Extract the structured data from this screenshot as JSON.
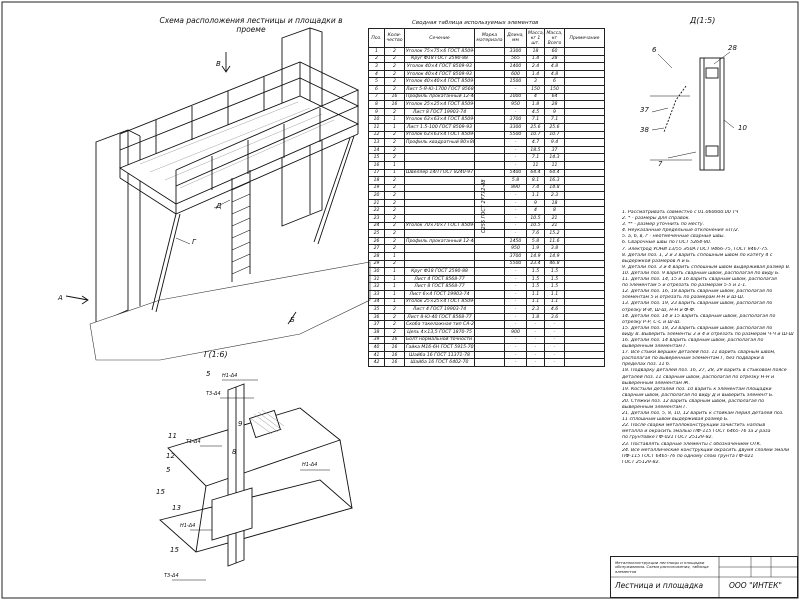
{
  "scheme_title": "Схема расположения лестницы и площадки в проеме",
  "view_labels": {
    "detail_g": "Г(1:6)",
    "detail_d": "Д(1:5)",
    "arrow_v": "В",
    "arrow_b": "Б",
    "arrow_a": "А",
    "mark_g": "Г",
    "mark_d": "Д"
  },
  "detail_g_callouts": [
    "5",
    "11",
    "12",
    "8",
    "9",
    "5",
    "15",
    "13",
    "15"
  ],
  "detail_g_weld_marks": [
    "Н1-Δ4",
    "Т3-Δ4",
    "Т1-Δ4",
    "Н1-Δ4",
    "Т3-Δ4",
    "Н1-Δ4"
  ],
  "detail_d_callouts": [
    "6",
    "28",
    "37",
    "38",
    "7",
    "10"
  ],
  "table": {
    "caption": "Сводная таблица используемых элементов",
    "headers": [
      "Поз.",
      "Коли-чество",
      "Сечение",
      "Марка материала",
      "Длина, мм",
      "Масса, кг 1 шт.",
      "Масса, кг Всего",
      "Примечание"
    ],
    "material_note": "С255 ГОСТ 27772-88",
    "rows": [
      [
        "1",
        "2",
        "Уголок 75×75×6 ГОСТ 8509-93",
        "3300",
        "18",
        "60"
      ],
      [
        "2",
        "2",
        "Круг Ф18 ГОСТ 2590-88",
        "565",
        "1.4",
        "28"
      ],
      [
        "3",
        "2",
        "Уголок 40×4 ГОСТ 8509-93",
        "1400",
        "2.4",
        "4.8"
      ],
      [
        "4",
        "2",
        "Уголок 40×4 ГОСТ 8509-93",
        "600",
        "1.4",
        "4.8"
      ],
      [
        "5",
        "2",
        "Уголок 40×40×4 ГОСТ 8509-93",
        "1500",
        "3",
        "6"
      ],
      [
        "6",
        "2",
        "Лист 5-Я-Ю-1700 ГОСТ 8568-77",
        "-",
        "150",
        "150"
      ],
      [
        "7",
        "16",
        "Профиль прокатанный 12-40-4 ГОСТ 8645-68",
        "1000",
        "4",
        "64"
      ],
      [
        "8",
        "16",
        "Уголок 25×25×4 ГОСТ 8509-93",
        "950",
        "1.8",
        "28"
      ],
      [
        "9",
        "2",
        "Лист 8 ГОСТ 19903-74",
        "-",
        "4.5",
        "9"
      ],
      [
        "10",
        "1",
        "Уголок 63×63×4 ГОСТ 8509-93",
        "3700",
        "7.1",
        "7.1"
      ],
      [
        "11",
        "1",
        "Лист 1.5-100 ГОСТ 8509-93",
        "3300",
        "25.6",
        "25.6"
      ],
      [
        "12",
        "2",
        "Уголок 63×63×4 ГОСТ 8509-93",
        "5500",
        "10.7",
        "10.7"
      ],
      [
        "13",
        "2",
        "Профиль квадратный 80×80×4 ГОСТ 8639-88",
        "-",
        "4.7",
        "9.4"
      ],
      [
        "14",
        "2",
        "",
        "-",
        "18.5",
        "37"
      ],
      [
        "15",
        "2",
        "",
        "-",
        "7.1",
        "14.3"
      ],
      [
        "16",
        "1",
        "",
        "-",
        "11",
        "11"
      ],
      [
        "17",
        "1",
        "Швеллер 14П ГОСТ 8240-97",
        "5400",
        "64.4",
        "64.4"
      ],
      [
        "18",
        "2",
        "",
        "5.8",
        "8.1",
        "16.3"
      ],
      [
        "19",
        "2",
        "",
        "890",
        "7.4",
        "14.8"
      ],
      [
        "20",
        "2",
        "",
        "-",
        "1.1",
        "2.3"
      ],
      [
        "21",
        "2",
        "",
        "-",
        "9",
        "18"
      ],
      [
        "22",
        "2",
        "",
        "-",
        "4",
        "8"
      ],
      [
        "23",
        "2",
        "",
        "-",
        "10.5",
        "21"
      ],
      [
        "24",
        "2",
        "Уголок 70×70×7 ГОСТ 8509-93",
        "-",
        "10.5",
        "21"
      ],
      [
        "25",
        "2",
        "",
        "-",
        "7.6",
        "15.2"
      ],
      [
        "26",
        "2",
        "Профиль прокатанный 12-40-4 ГОСТ 8645-68",
        "1450",
        "5.8",
        "11.6"
      ],
      [
        "27",
        "2",
        "",
        "950",
        "1.9",
        "3.8"
      ],
      [
        "28",
        "1",
        "",
        "3700",
        "14.9",
        "14.9"
      ],
      [
        "29",
        "2",
        "",
        "5500",
        "23.4",
        "46.8"
      ],
      [
        "30",
        "1",
        "Круг Ф18 ГОСТ 2590-88",
        "-",
        "1.5",
        "1.5"
      ],
      [
        "31",
        "1",
        "Лист 4 ГОСТ 8568-77",
        "-",
        "1.5",
        "1.5"
      ],
      [
        "32",
        "1",
        "Лист 8 ГОСТ 8568-77",
        "-",
        "1.5",
        "1.5"
      ],
      [
        "33",
        "1",
        "Лист 6×4 ГОСТ 19903-74",
        "-",
        "1.1",
        "1.1"
      ],
      [
        "34",
        "1",
        "Уголок 25×25×4 ГОСТ 8509-93",
        "-",
        "1.1",
        "1.1"
      ],
      [
        "35",
        "2",
        "Лист 4 ГОСТ 19903-74",
        "-",
        "2.3",
        "4.6"
      ],
      [
        "36",
        "2",
        "Лист 8-Ю-40 ГОСТ 8568-77",
        "-",
        "1.8",
        "3.6"
      ],
      [
        "37",
        "2",
        "Скоба такелажная тип СА-2",
        "-",
        "-",
        "-"
      ],
      [
        "38",
        "2",
        "Цепь 4×13,5 ГОСТ 1870-75",
        "900",
        "-",
        "-"
      ],
      [
        "39",
        "16",
        "Болт нормальной точности М16-6gх40 ГОСТ 7798-70",
        "-",
        "-",
        "-"
      ],
      [
        "40",
        "16",
        "Гайка М16-6Н ГОСТ 5915-70",
        "-",
        "-",
        "-"
      ],
      [
        "41",
        "16",
        "Шайба 16 ГОСТ 11371-78",
        "-",
        "-",
        "-"
      ],
      [
        "42",
        "16",
        "Шайба 16 ГОСТ 6402-70",
        "-",
        "-",
        "-"
      ]
    ]
  },
  "notes": [
    "1. Рассматривать совместно с 01.060000.00 ТЧ",
    "2. * - размеры для справок.",
    "3. ** - размер уточнить по месту.",
    "4. Неуказанные предельные отклонения ±IT/2.",
    "5. a, б, в, г - неотмеченные сварные швы.",
    "6. Сварочные швы по ГОСТ 5264-80.",
    "7. Электрод УОНИ 13/55 Э50А ГОСТ 9466-75, ГОСТ 9467-75.",
    "8. Детали поз. 1, 2 и 3 варить сплошным швом по катету 4 с",
    "   выдержкой размеров А и Б.",
    "9. Детали поз. 3 и 4 варить сплошным швом выдерживая размер В.",
    "10. Детали поз. 9 варить сварным швом, располагая по виду Б.",
    "11. Детали поз. 14, 15 и 16 варить сварным швом, располагая",
    "    по элементам 5 и отрезать по размерам 5-5 и 1-1.",
    "12. Детали поз. 16, 18 варить сварным швом, располагая по",
    "    элементам 5 и отрезать по размерам Н-Н и Ш-Ш.",
    "13. Детали поз. 19, 23 варить сварным швом, располагая по",
    "    отрезку И-И, Ш-Ш, Н-Н и Ф-Ф.",
    "14. Детали поз. 14 и 15 варить сварным швом, располагая по",
    "    отрезку Р-Р, С-С и Ш-Ш.",
    "15. Детали поз. 18, 23 варить сварным швом, располагая по",
    "    виду В. Выверить элементы 3 и 4 и отрезать по размерам Ч-Ч и Ш-Ш.",
    "16. Детали поз. 14 варить сварным швом, располагая по",
    "    выверенным элементам Г.",
    "17. Все стыки вершин деталей поз. 11 варить сварным швом,",
    "    располагая по выверенным элементам Г, без подварки в",
    "    пределах поз. 11 б.",
    "18. Подварку деталей поз. 16, 27, 28, 29 варить в стыковом поясе",
    "    деталей поз. 11 сварным швом, располагая по отрезку Н-Н и",
    "    выверенным элементам Ж.",
    "19. Костыли деталей поз. 10 варить к элементам площадки",
    "    сварным швом, располагая по виду Д и выверить элемент Б.",
    "20. Стяжки поз. 12 варить сварным швом, располагая по",
    "    выверенным элементам Г.",
    "21. Детали поз. 5, 8, 10, 12 варить к стойкам перил деталей поз.",
    "    11 сплошным швом выдерживая размер Б.",
    "22. После сварки металлоконструкции зачистить наплыв",
    "    металла и окрасить эмалью ПФ-115 ГОСТ 6465-76 за 2 раза",
    "    по грунтовке ГФ-021 ГОСТ 25129-82.",
    "23. Поставлять сварные элементы с обозначением ОТК.",
    "24. Все металлические конструкции окрасить двумя слоями эмали",
    "    ПФ-115 ГОСТ 6465-76 по одному слою грунта ГФ-021",
    "    ГОСТ 25129-82."
  ],
  "stamp": {
    "description": "Металлоконструкции лестницы и площадки обслуживания. Схема расположения, таблица элементов",
    "title": "Лестница и площадка",
    "organization": "ООО \"ИНТЕК\""
  },
  "colors": {
    "ink": "#111111",
    "paper": "#ffffff"
  }
}
